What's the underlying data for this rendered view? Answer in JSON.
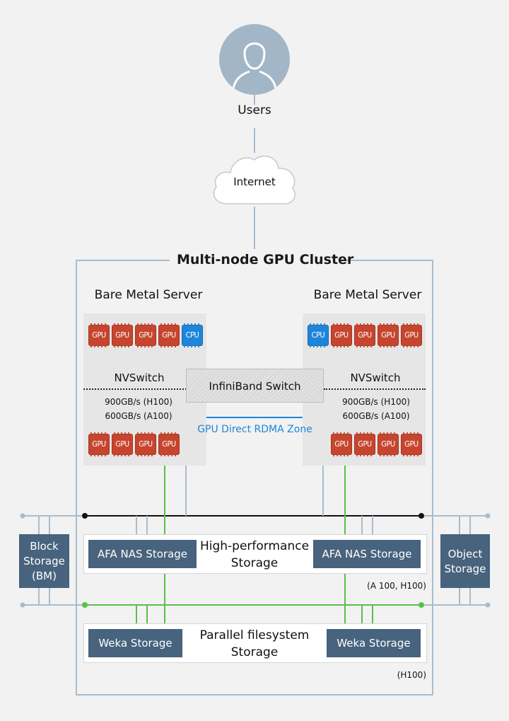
{
  "users": {
    "label": "Users",
    "icon": "user-avatar-icon"
  },
  "internet": {
    "label": "Internet",
    "icon": "cloud-icon"
  },
  "cluster": {
    "title": "Multi-node GPU Cluster"
  },
  "servers": [
    {
      "title": "Bare Metal Server",
      "top_chips": [
        "GPU",
        "GPU",
        "GPU",
        "GPU",
        "CPU"
      ],
      "bottom_chips": [
        "GPU",
        "GPU",
        "GPU",
        "GPU"
      ],
      "switch_label": "NVSwitch",
      "bw_h100": "900GB/s (H100)",
      "bw_a100": "600GB/s (A100)"
    },
    {
      "title": "Bare Metal Server",
      "top_chips": [
        "CPU",
        "GPU",
        "GPU",
        "GPU",
        "GPU"
      ],
      "bottom_chips": [
        "GPU",
        "GPU",
        "GPU",
        "GPU"
      ],
      "switch_label": "NVSwitch",
      "bw_h100": "900GB/s (H100)",
      "bw_a100": "600GB/s (A100)"
    }
  ],
  "infiniband": {
    "label": "InfiniBand Switch"
  },
  "rdma_zone": {
    "label": "GPU Direct RDMA Zone"
  },
  "hp_storage": {
    "title_line1": "High-performance",
    "title_line2": "Storage",
    "left_box": "AFA NAS Storage",
    "right_box": "AFA NAS Storage",
    "note": "(A 100, H100)"
  },
  "pfs_storage": {
    "title_line1": "Parallel filesystem",
    "title_line2": "Storage",
    "left_box": "Weka Storage",
    "right_box": "Weka Storage",
    "note": "(H100)"
  },
  "block_storage": {
    "line1": "Block",
    "line2": "Storage",
    "line3": "(BM)"
  },
  "object_storage": {
    "line1": "Object",
    "line2": "Storage"
  },
  "colors": {
    "gpu": "#c6452f",
    "cpu": "#1e86d9",
    "storage_box": "#47637d",
    "ethernet_line": "#5bbf4b",
    "frame": "#a9bccd",
    "rdma": "#1e86d9"
  }
}
